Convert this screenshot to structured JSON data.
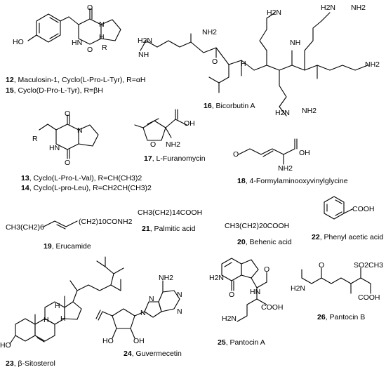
{
  "compounds": [
    {
      "id": "12",
      "name": "Maculosin-1, Cyclo(L-Pro-L-Tyr), R=αH"
    },
    {
      "id": "15",
      "name": "Cyclo(D-Pro-L-Tyr), R=βH"
    },
    {
      "id": "16",
      "name": "Bicorbutin A"
    },
    {
      "id": "13",
      "name": "Cyclo(L-Pro-L-Val), R=CH(CH3)2"
    },
    {
      "id": "14",
      "name": "Cyclo(L-pro-Leu), R=CH2CH(CH3)2"
    },
    {
      "id": "17",
      "name": "L-Furanomycin"
    },
    {
      "id": "18",
      "name": "4-Formylaminooxyvinylglycine"
    },
    {
      "id": "19",
      "name": "Erucamide"
    },
    {
      "id": "21",
      "name": "Palmitic acid"
    },
    {
      "id": "20",
      "name": "Behenic acid"
    },
    {
      "id": "22",
      "name": "Phenyl acetic acid"
    },
    {
      "id": "23",
      "name": "β-Sitosterol"
    },
    {
      "id": "24",
      "name": "Guvermecetin"
    },
    {
      "id": "25",
      "name": "Pantocin A"
    },
    {
      "id": "26",
      "name": "Pantocin B"
    }
  ],
  "formulas": {
    "palmitic": "CH3(CH2)14COOH",
    "behenic": "CH3(CH2)20COOH",
    "erucamide_left": "CH3(CH2)6",
    "erucamide_right": "(CH2)10CONH2"
  },
  "atoms": {
    "HO": "HO",
    "OH": "OH",
    "H": "H",
    "N": "N",
    "NH": "NH",
    "NH2": "NH2",
    "H2N": "H2N",
    "HN": "HN",
    "R": "R",
    "O": "O",
    "SO2CH3": "SO2CH3",
    "COOH": "COOH"
  }
}
